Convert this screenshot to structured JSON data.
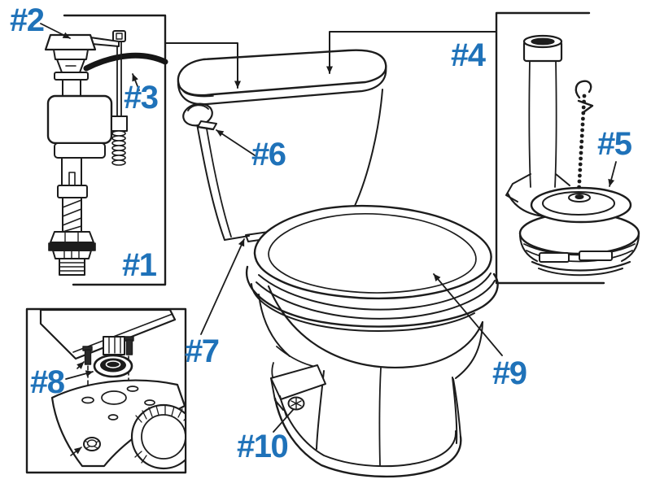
{
  "figure": {
    "type": "parts-diagram",
    "subject": "Two-piece toilet replacement parts diagram",
    "background_color": "#ffffff",
    "line_color": "#1c1c1c",
    "label_color": "#1f72b9"
  },
  "labels": [
    {
      "text": "#1",
      "part": "fill-valve-assembly"
    },
    {
      "text": "#2",
      "part": "fill-valve-cap"
    },
    {
      "text": "#3",
      "part": "refill-tube"
    },
    {
      "text": "#4",
      "part": "flush-valve-assembly"
    },
    {
      "text": "#5",
      "part": "flapper"
    },
    {
      "text": "#6",
      "part": "tank-trip-lever"
    },
    {
      "text": "#7",
      "part": "tank-to-bowl-junction"
    },
    {
      "text": "#8",
      "part": "tank-to-bowl-gasket"
    },
    {
      "text": "#9",
      "part": "toilet-seat"
    },
    {
      "text": "#10",
      "part": "base-bolt-cap"
    }
  ]
}
